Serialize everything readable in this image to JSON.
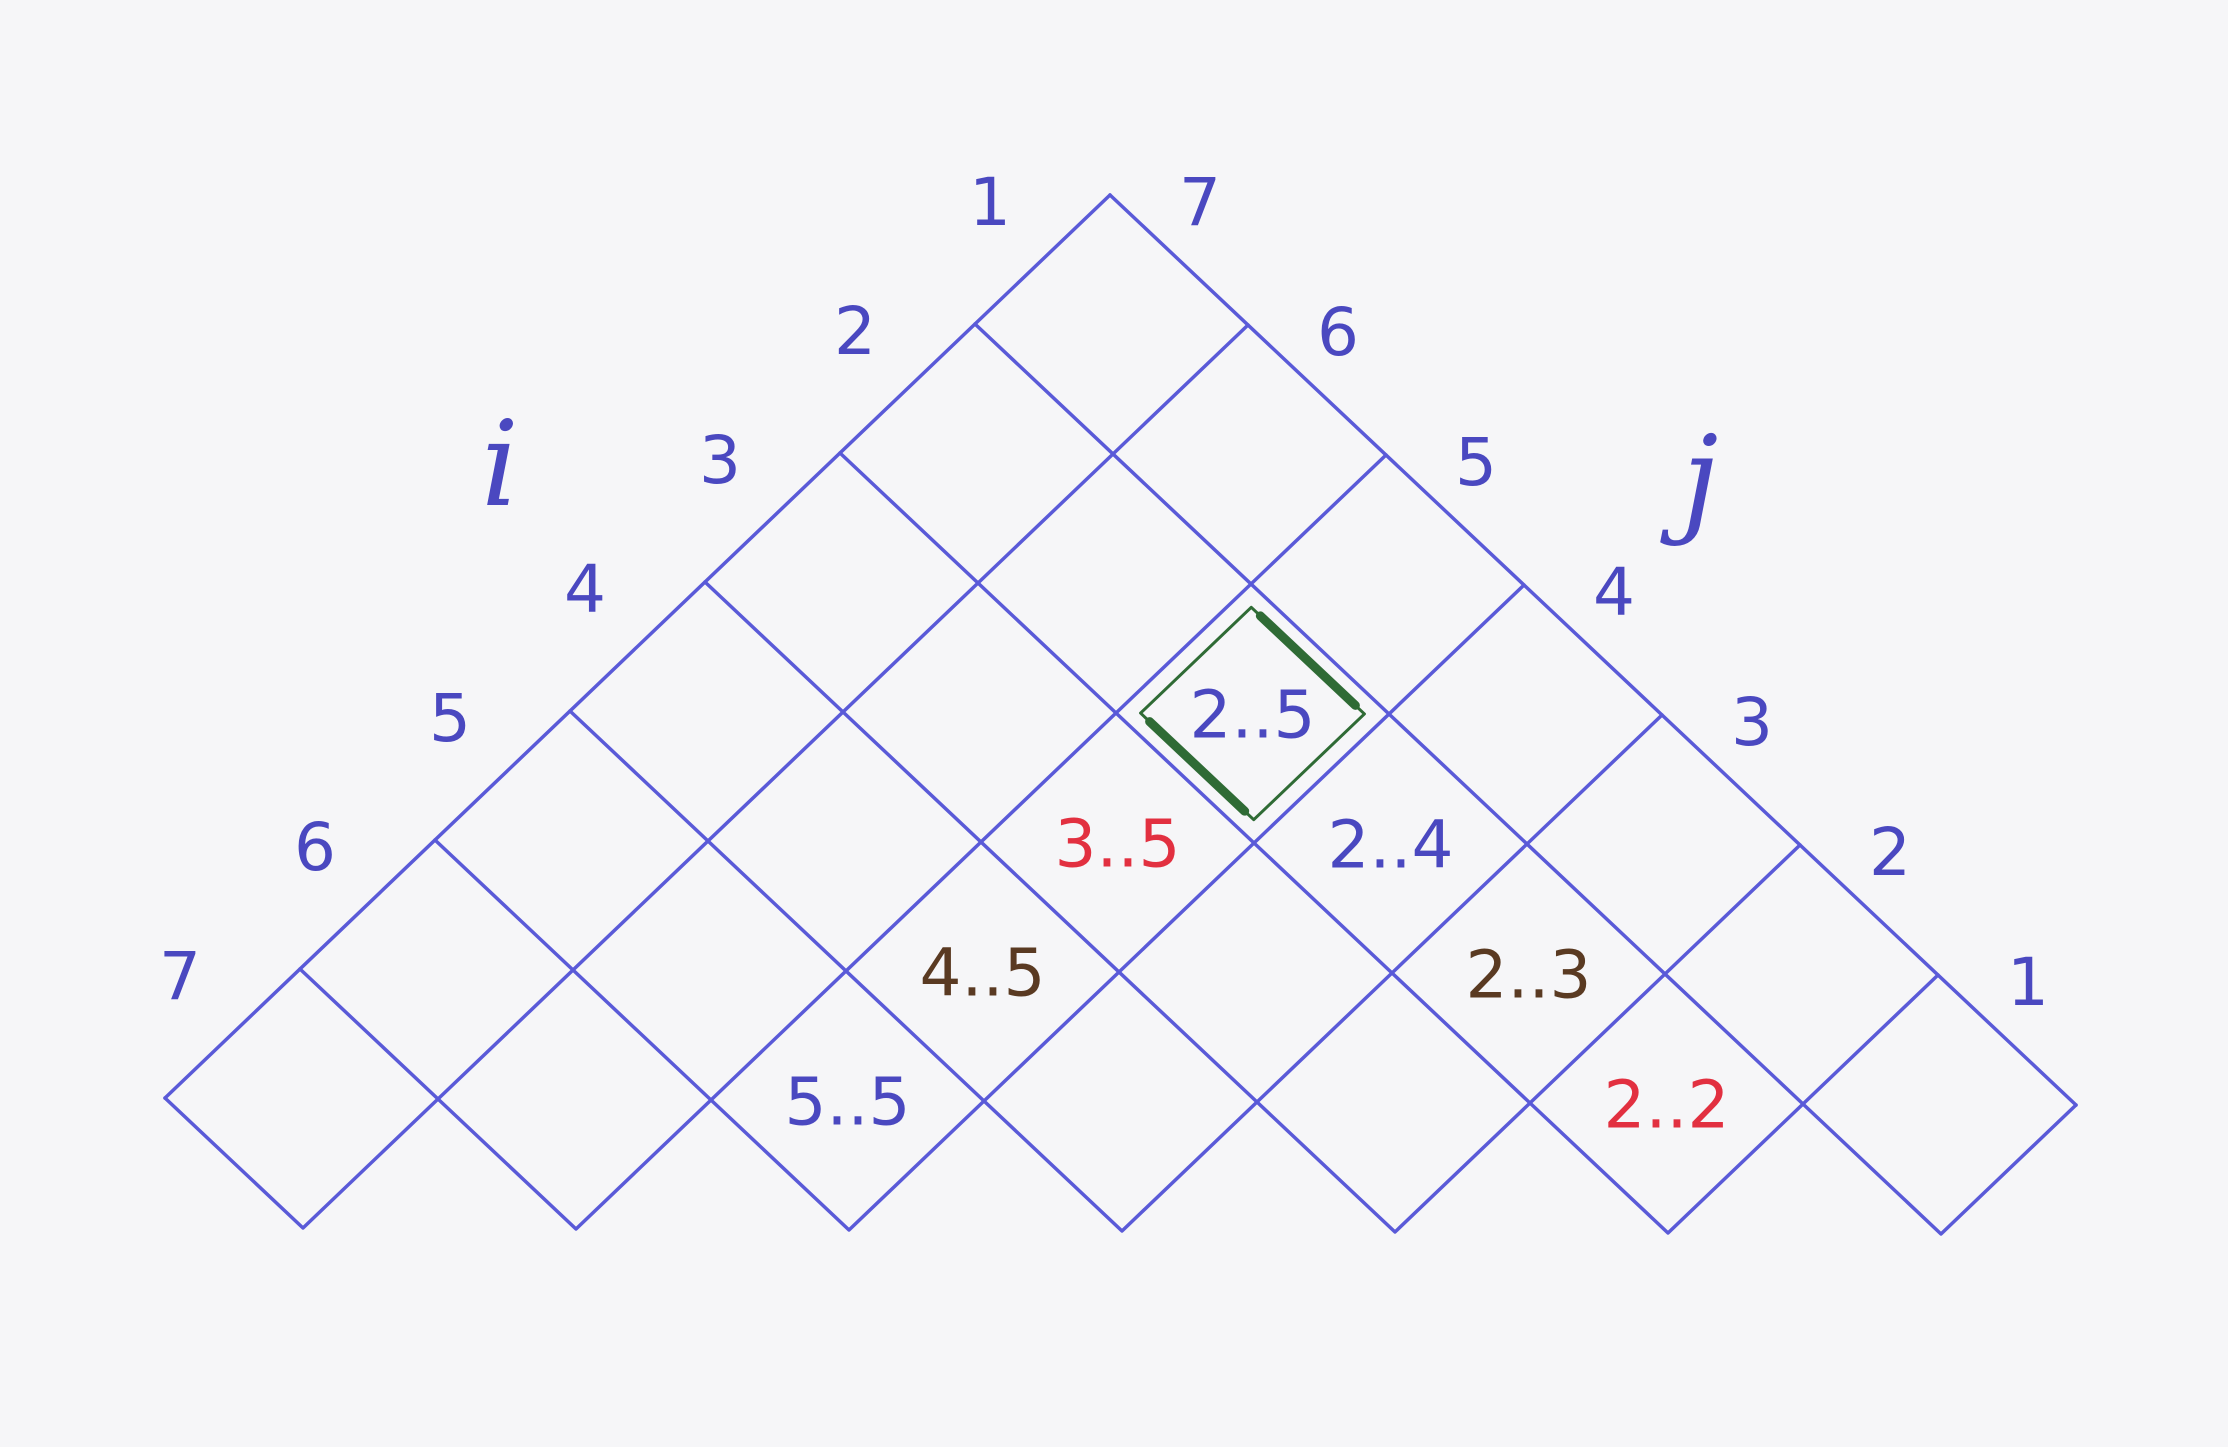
{
  "axes": {
    "left_letter": "i",
    "right_letter": "j",
    "left_indices": [
      "1",
      "2",
      "3",
      "4",
      "5",
      "6",
      "7"
    ],
    "right_indices": [
      "7",
      "6",
      "5",
      "4",
      "3",
      "2",
      "1"
    ]
  },
  "cell_labels": [
    {
      "i": 2,
      "j": 5,
      "text": "2..5",
      "color": "#4a48c0"
    },
    {
      "i": 3,
      "j": 5,
      "text": "3..5",
      "color": "#e23040"
    },
    {
      "i": 2,
      "j": 4,
      "text": "2..4",
      "color": "#4a48c0"
    },
    {
      "i": 4,
      "j": 5,
      "text": "4..5",
      "color": "#5a3a22"
    },
    {
      "i": 2,
      "j": 3,
      "text": "2..3",
      "color": "#5a3a22"
    },
    {
      "i": 5,
      "j": 5,
      "text": "5..5",
      "color": "#4a48c0"
    },
    {
      "i": 2,
      "j": 2,
      "text": "2..2",
      "color": "#e23040"
    }
  ],
  "highlight": {
    "i": 2,
    "j": 5,
    "color": "#2f6b35"
  },
  "colors": {
    "grid": "#5a5ad8",
    "index_text": "#4a48c0",
    "paper": "#f6f6f8"
  }
}
